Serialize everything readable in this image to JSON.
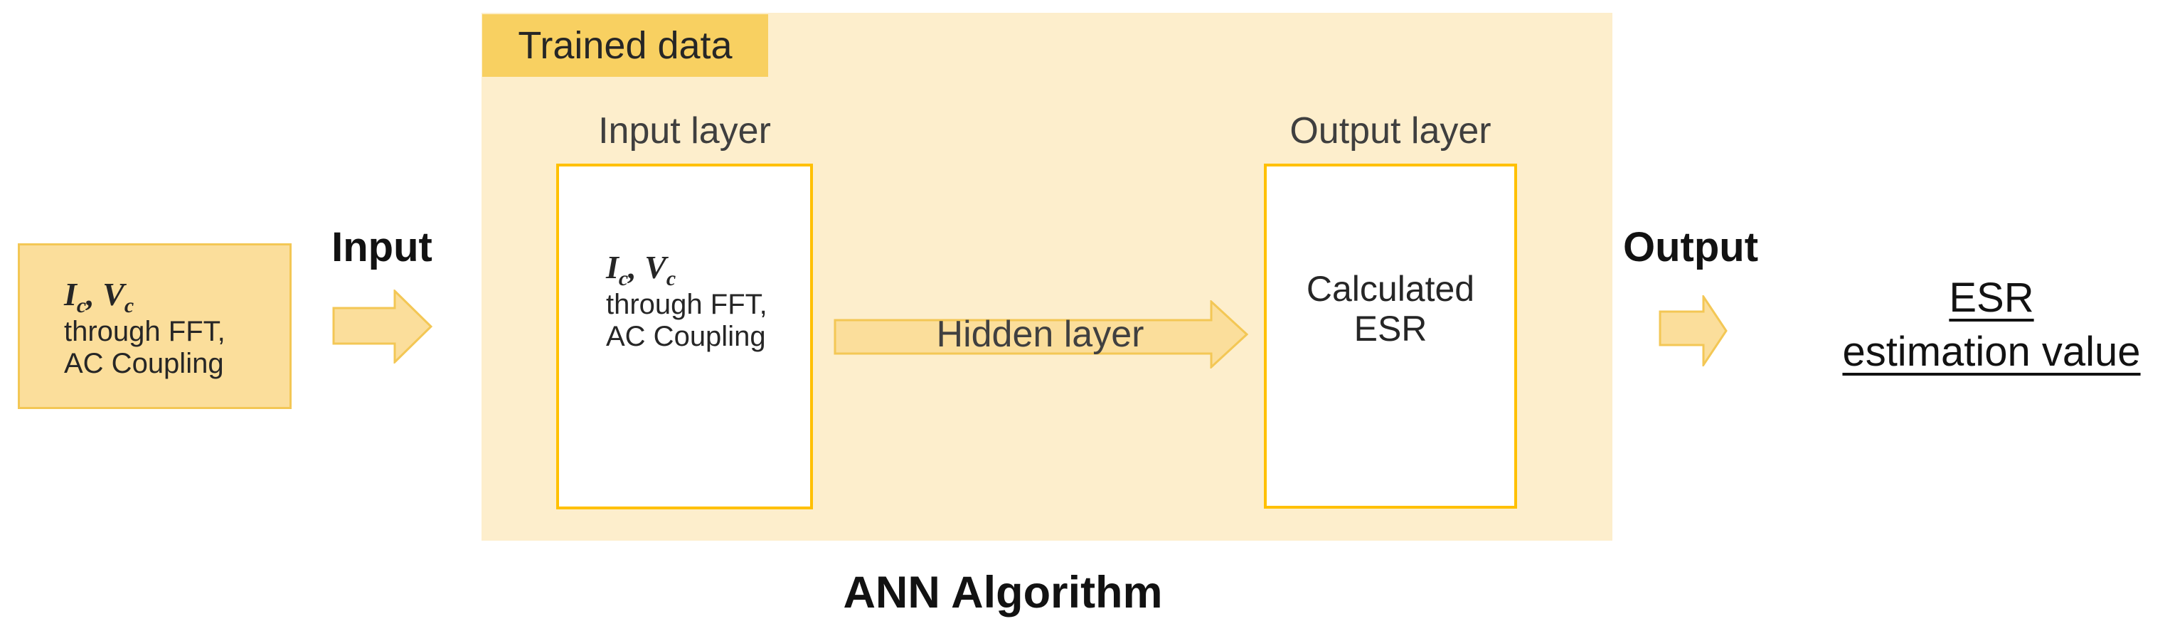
{
  "colors": {
    "container_bg": "#FDEECC",
    "tab_bg": "#F8D061",
    "shape_fill": "#FBDE9B",
    "shape_border": "#F3C755",
    "layer_box_border": "#FFC000",
    "text_dark": "#262626",
    "text_gray": "#3F3F3F",
    "text_black": "#121212"
  },
  "trained_data_label": "Trained data",
  "source_box": {
    "formula": {
      "var1": "I",
      "sub1": "c",
      "comma": ", ",
      "var2": "V",
      "sub2": "c"
    },
    "line2": "through FFT,",
    "line3": "AC Coupling"
  },
  "input_label": "Input",
  "input_layer": {
    "title": "Input layer",
    "formula": {
      "var1": "I",
      "sub1": "c",
      "comma": ", ",
      "var2": "V",
      "sub2": "c"
    },
    "line2": "through FFT,",
    "line3": "AC Coupling"
  },
  "hidden_arrow_label": "Hidden layer",
  "output_layer": {
    "title": "Output layer",
    "line1": "Calculated",
    "line2": "ESR"
  },
  "output_label": "Output",
  "result": {
    "line1": "ESR",
    "line2": "estimation value"
  },
  "caption": "ANN Algorithm"
}
